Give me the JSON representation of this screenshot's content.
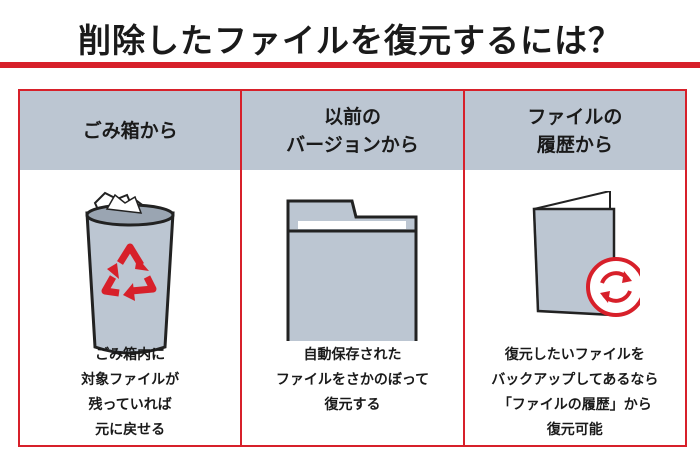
{
  "title": "削除したファイルを復元するには？",
  "colors": {
    "accent": "#d7202a",
    "header_bg": "#bcc6d2"
  },
  "columns": [
    {
      "heading": [
        "ごみ箱から"
      ],
      "icon": "trash-recycle-icon",
      "description": [
        "ごみ箱内に",
        "対象ファイルが",
        "残っていれば",
        "元に戻せる"
      ]
    },
    {
      "heading": [
        "以前の",
        "バージョンから"
      ],
      "icon": "folder-icon",
      "description": [
        "自動保存された",
        "ファイルをさかのぼって",
        "復元する"
      ]
    },
    {
      "heading": [
        "ファイルの",
        "履歴から"
      ],
      "icon": "file-history-icon",
      "description": [
        "復元したいファイルを",
        "バックアップしてあるなら",
        "「ファイルの履歴」から",
        "復元可能"
      ]
    }
  ]
}
